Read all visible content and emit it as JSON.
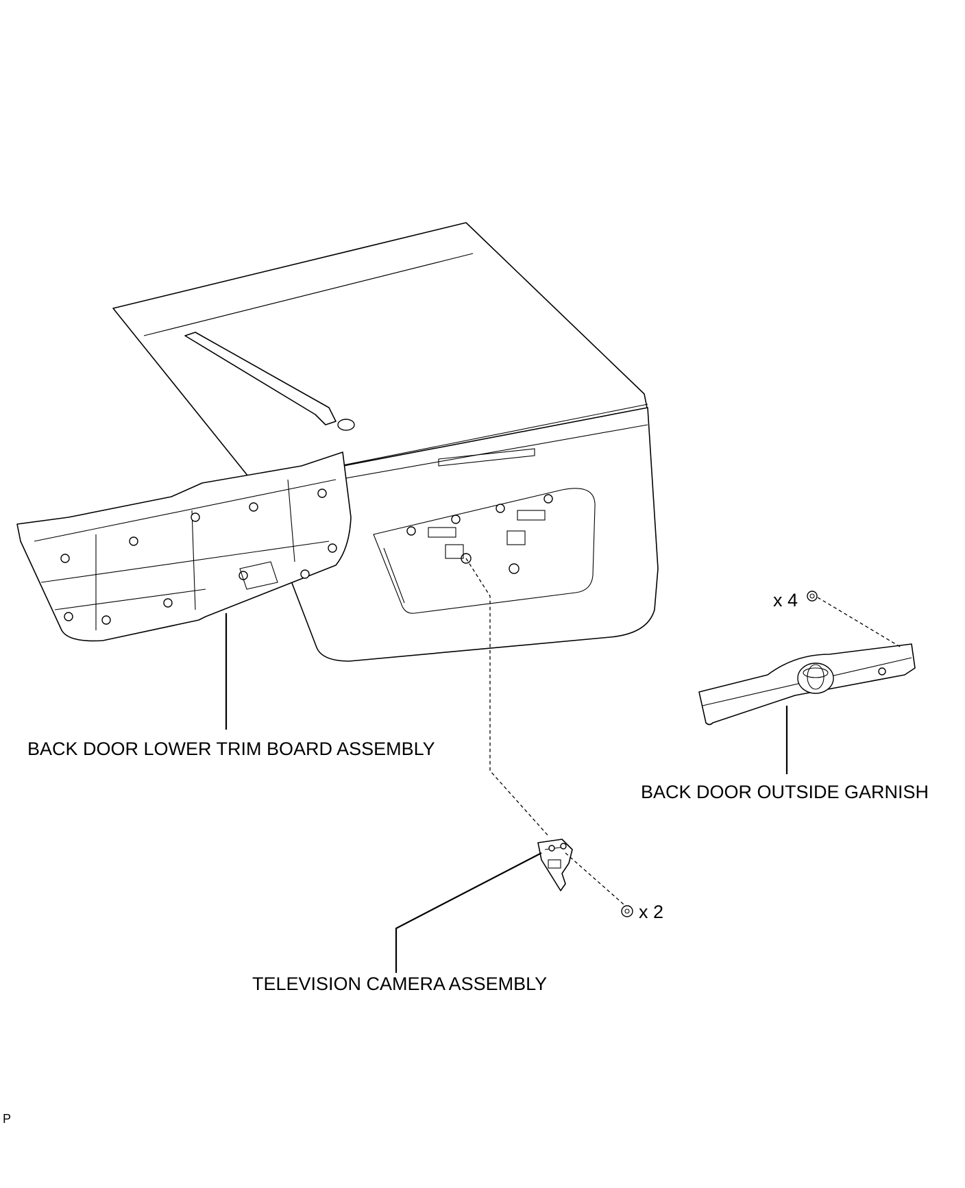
{
  "labels": {
    "lower_trim": "BACK DOOR LOWER TRIM BOARD ASSEMBLY",
    "garnish": "BACK DOOR OUTSIDE GARNISH",
    "camera": "TELEVISION CAMERA ASSEMBLY"
  },
  "quantities": {
    "garnish_nuts": "x 4",
    "camera_screws": "x 2"
  },
  "figure_id": "P"
}
